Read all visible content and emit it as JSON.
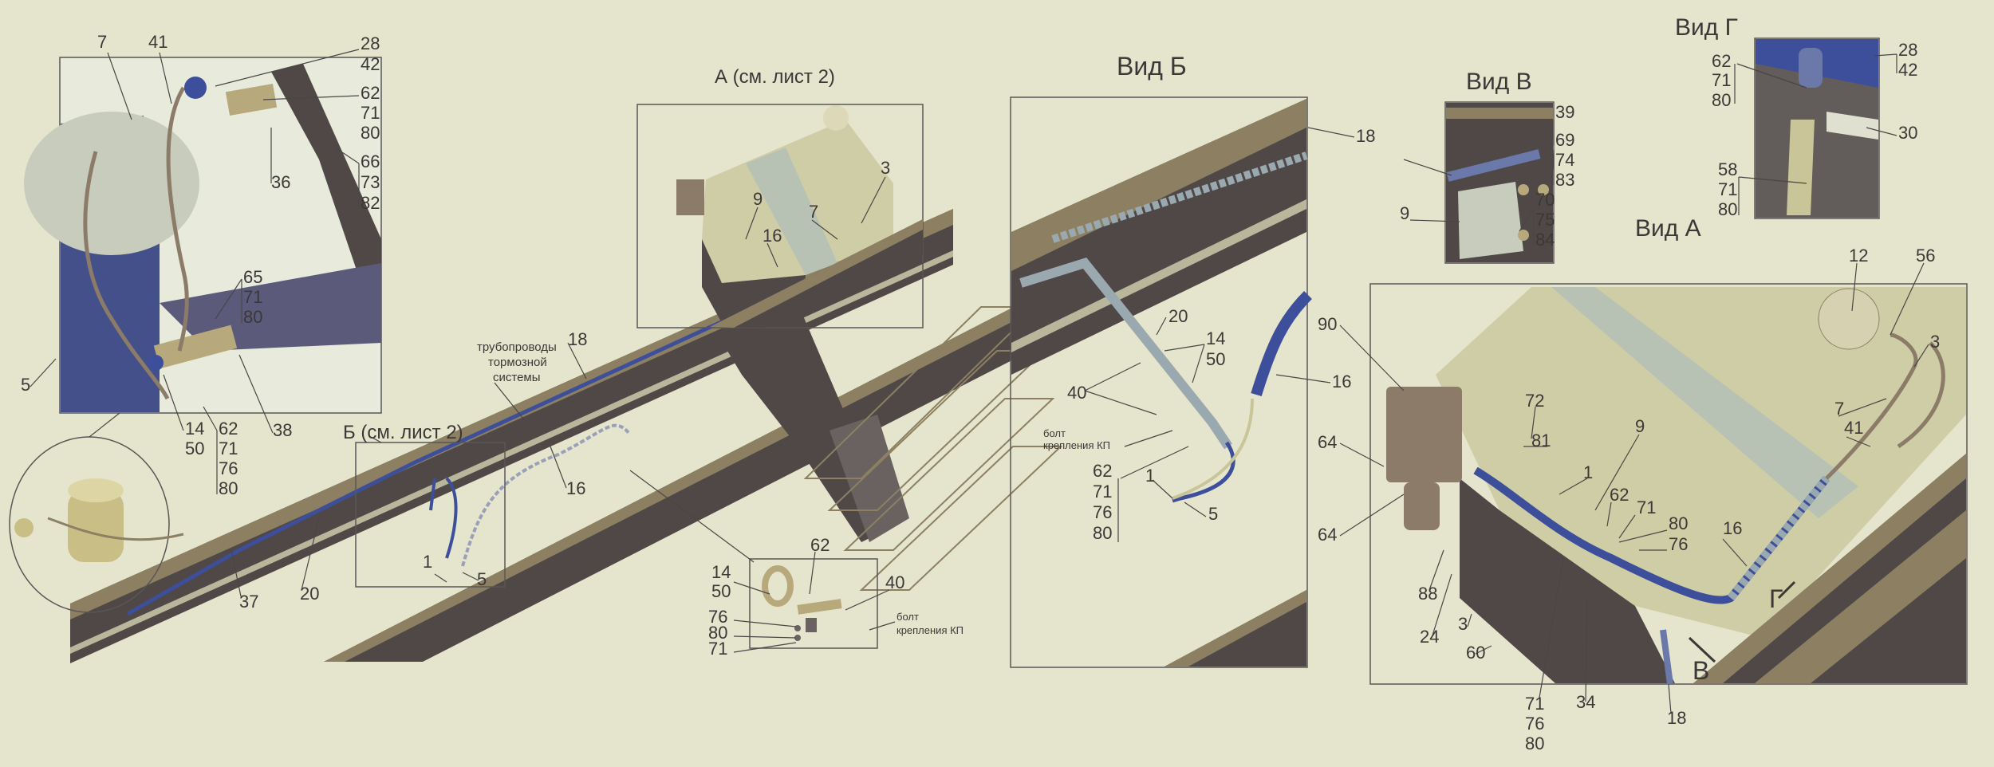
{
  "left_inset": [
    "7",
    "41",
    "28",
    "42",
    "62",
    "71",
    "80",
    "66",
    "73",
    "82",
    "36",
    "65",
    "71",
    "80",
    "5",
    "14",
    "50",
    "62",
    "71",
    "76",
    "80",
    "38"
  ],
  "main": [
    "трубопроводы",
    "тормозной",
    "системы",
    "18",
    "16",
    "Б (см. лист 2)",
    "1",
    "5",
    "37",
    "20",
    "А (см. лист 2)",
    "9",
    "7",
    "3",
    "16"
  ],
  "detail": [
    "14",
    "50",
    "62",
    "40",
    "76",
    "80",
    "71",
    "болт",
    "крепления КП"
  ],
  "view_b": [
    "Вид Б",
    "18",
    "20",
    "14",
    "50",
    "40",
    "болт",
    "крепления КП",
    "62",
    "71",
    "76",
    "80",
    "1",
    "5",
    "16"
  ],
  "view_v": [
    "Вид В",
    "39",
    "69",
    "74",
    "83",
    "70",
    "75",
    "84",
    "9"
  ],
  "view_g": [
    "Вид Г",
    "62",
    "71",
    "80",
    "28",
    "42",
    "30",
    "58",
    "71",
    "80"
  ],
  "view_a": [
    "Вид А",
    "90",
    "64",
    "64",
    "12",
    "56",
    "3",
    "7",
    "41",
    "72",
    "81",
    "9",
    "1",
    "62",
    "71",
    "80",
    "76",
    "16",
    "88",
    "3",
    "24",
    "60",
    "71",
    "76",
    "80",
    "34",
    "18",
    "В",
    "Г"
  ],
  "colors": {
    "background": "#e4e5cc",
    "rail": "#4f4847",
    "flange": "#8d8062",
    "pipe": "#3d4f9a",
    "tank": "#cfcda6"
  }
}
